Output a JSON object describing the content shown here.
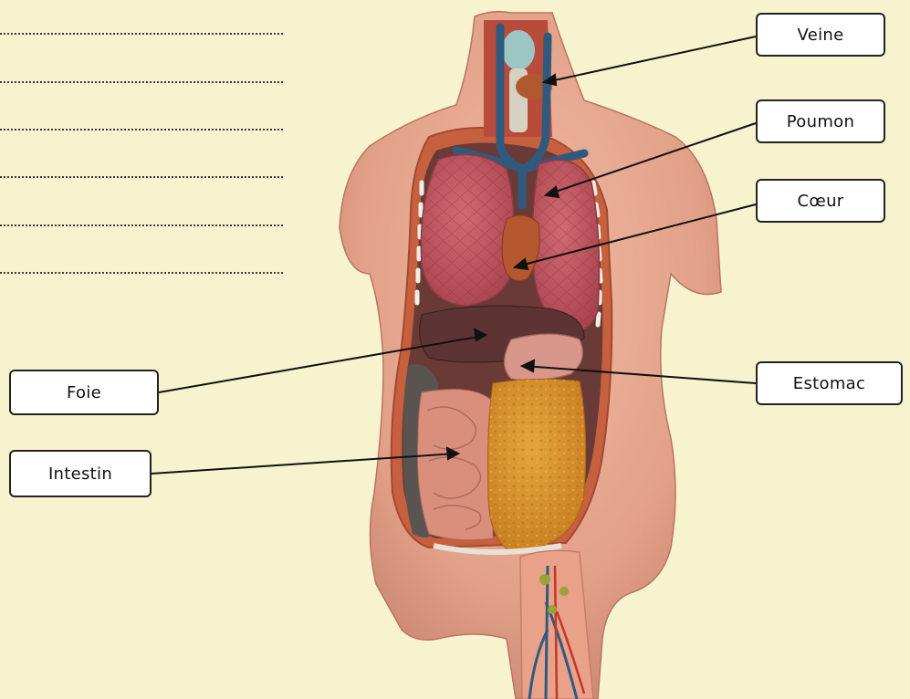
{
  "figure": {
    "labels": {
      "veine": "Veine",
      "poumon": "Poumon",
      "coeur": "Cœur",
      "estomac": "Estomac",
      "foie": "Foie",
      "intestin": "Intestin"
    },
    "answer_lines": 6
  },
  "colors": {
    "background": "#f8f3cf",
    "skin": "#e7a88f",
    "lung": "#c0565f",
    "liver": "#5e3334",
    "stomach_fat": "#d9922c",
    "intestine": "#d98f7c",
    "vein": "#2f5a7e",
    "label_border": "#222222"
  }
}
